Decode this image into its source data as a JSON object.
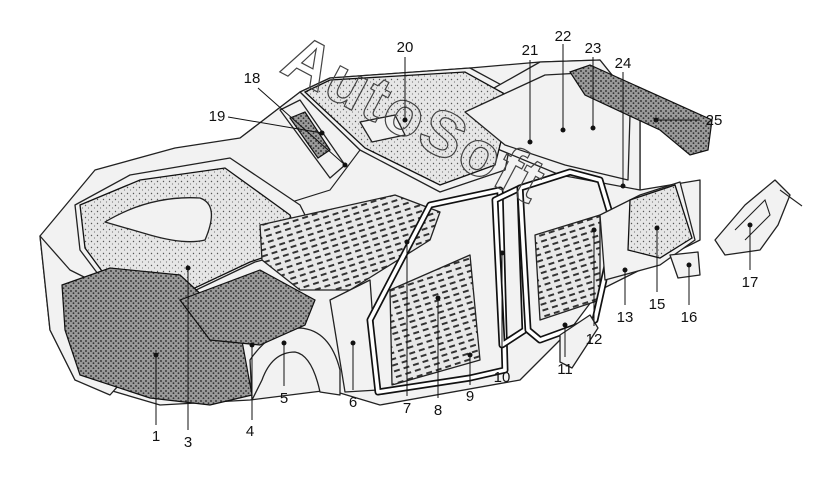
{
  "callouts": [
    {
      "num": "1"
    },
    {
      "num": "3"
    },
    {
      "num": "4"
    },
    {
      "num": "5"
    },
    {
      "num": "6"
    },
    {
      "num": "7"
    },
    {
      "num": "8"
    },
    {
      "num": "9"
    },
    {
      "num": "10"
    },
    {
      "num": "11"
    },
    {
      "num": "12"
    },
    {
      "num": "13"
    },
    {
      "num": "15"
    },
    {
      "num": "16"
    },
    {
      "num": "17"
    },
    {
      "num": "18"
    },
    {
      "num": "19"
    },
    {
      "num": "20"
    },
    {
      "num": "21"
    },
    {
      "num": "22"
    },
    {
      "num": "23"
    },
    {
      "num": "24"
    },
    {
      "num": "25"
    }
  ],
  "watermark": "AutoSoft"
}
